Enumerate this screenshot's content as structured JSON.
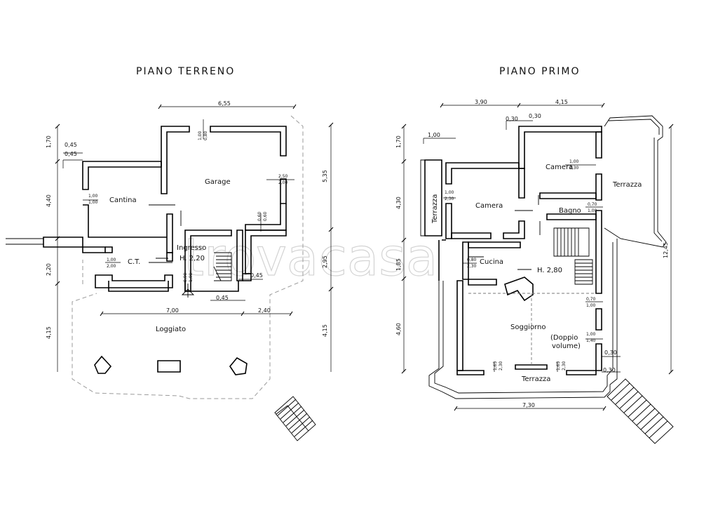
{
  "titles": {
    "left": "PIANO TERRENO",
    "right": "PIANO PRIMO"
  },
  "watermark": "trovacasa",
  "ground_floor": {
    "rooms": {
      "cantina": "Cantina",
      "garage": "Garage",
      "ingresso": "Ingresso",
      "height": "H. 2,20",
      "ct": "C.T.",
      "loggiato": "Loggiato"
    },
    "dims": {
      "top_width": "6,55",
      "left_1": "1,70",
      "left_2": "4,40",
      "left_3": "2,20",
      "left_4": "4,15",
      "right_1": "5,35",
      "right_2": "2,95",
      "right_3": "4,15",
      "offset_a": "0,45",
      "offset_b": "0,45",
      "bottom_a": "7,00",
      "bottom_b": "2,40",
      "ingresso_a": "0,45",
      "ingresso_b": "0,45"
    },
    "openings": {
      "garage_top_a": "1,00",
      "garage_top_b": "0,80",
      "garage_right_a": "2,50",
      "garage_right_b": "2,00",
      "cantina_a": "1,00",
      "cantina_b": "1,00",
      "passage_a": "0,60",
      "passage_b": "0,60",
      "ct_a": "1,00",
      "ct_b": "2,00",
      "door_a": "0,90",
      "door_b": "1,90"
    }
  },
  "first_floor": {
    "rooms": {
      "camera_1": "Camera",
      "camera_2": "Camera",
      "terrazza_left": "Terrazza",
      "terrazza_right": "Terrazza",
      "terrazza_bottom": "Terrazza",
      "bagno": "Bagno",
      "cucina": "Cucina",
      "height": "H. 2,80",
      "soggiorno": "Soggiorno",
      "soggiorno_note_1": "(Doppio",
      "soggiorno_note_2": "volume)"
    },
    "dims": {
      "top_a": "3,90",
      "top_b": "4,15",
      "top_c": "0,30",
      "top_d": "0,30",
      "top_e": "1,00",
      "left_1": "1,70",
      "left_2": "4,30",
      "left_3": "1,85",
      "left_4": "4,60",
      "right_total": "12,45",
      "right_a": "0,30",
      "right_b": "0,30",
      "bottom": "7,30"
    },
    "openings": {
      "camera1_a": "1,00",
      "camera1_b": "2,30",
      "camera2_a": "1,00",
      "camera2_b": "2,30",
      "bagno_a": "0,70",
      "bagno_b": "1,00",
      "cucina_a": "0,80",
      "cucina_b": "2,30",
      "sogg_a": "0,70",
      "sogg_b": "1,00",
      "sogg_c": "1,00",
      "sogg_d": "1,40",
      "win_a": "1,65",
      "win_b": "2,30",
      "win_c": "1,65",
      "win_d": "2,30"
    }
  }
}
